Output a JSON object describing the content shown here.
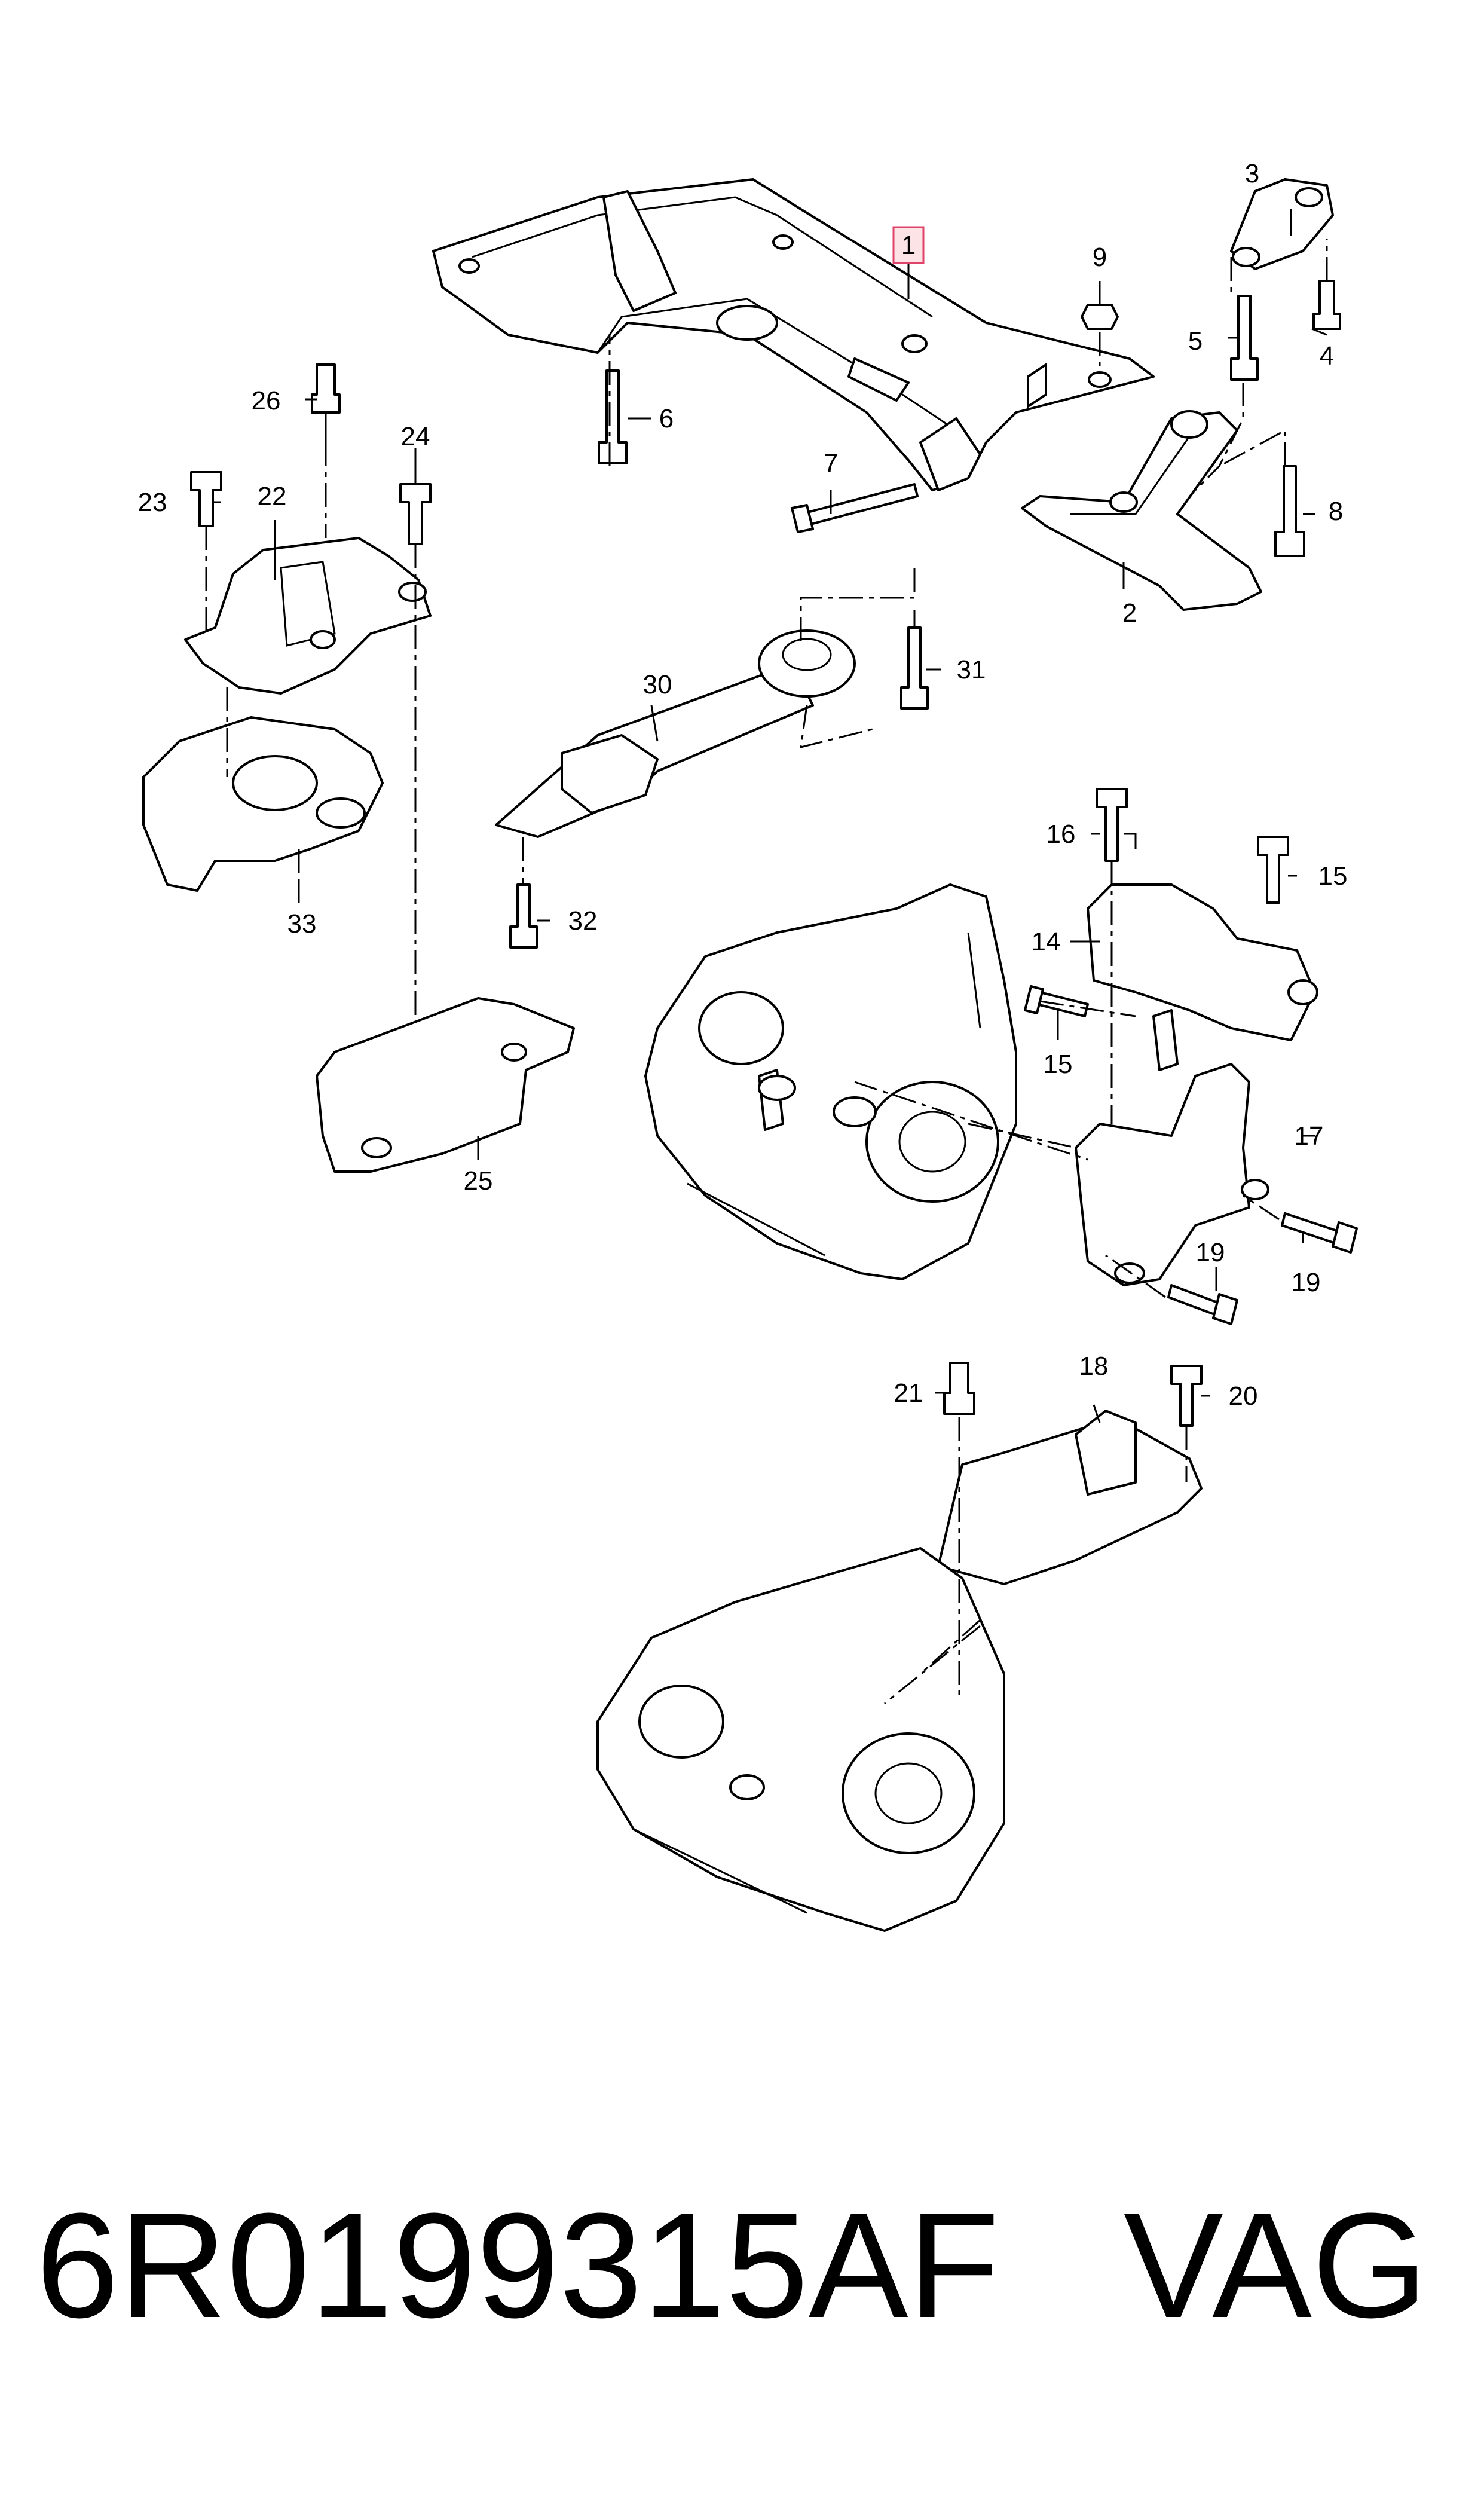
{
  "diagram": {
    "highlighted_callout": "1",
    "callouts": [
      {
        "id": "c1",
        "label": "1"
      },
      {
        "id": "c2",
        "label": "2"
      },
      {
        "id": "c3",
        "label": "3"
      },
      {
        "id": "c4",
        "label": "4"
      },
      {
        "id": "c5",
        "label": "5"
      },
      {
        "id": "c6",
        "label": "6"
      },
      {
        "id": "c7",
        "label": "7"
      },
      {
        "id": "c8",
        "label": "8"
      },
      {
        "id": "c9",
        "label": "9"
      },
      {
        "id": "c14",
        "label": "14"
      },
      {
        "id": "c15a",
        "label": "15"
      },
      {
        "id": "c15b",
        "label": "15"
      },
      {
        "id": "c16",
        "label": "16"
      },
      {
        "id": "c17",
        "label": "17"
      },
      {
        "id": "c18",
        "label": "18"
      },
      {
        "id": "c19a",
        "label": "19"
      },
      {
        "id": "c19b",
        "label": "19"
      },
      {
        "id": "c20",
        "label": "20"
      },
      {
        "id": "c21",
        "label": "21"
      },
      {
        "id": "c22",
        "label": "22"
      },
      {
        "id": "c23",
        "label": "23"
      },
      {
        "id": "c24",
        "label": "24"
      },
      {
        "id": "c25",
        "label": "25"
      },
      {
        "id": "c26",
        "label": "26"
      },
      {
        "id": "c30",
        "label": "30"
      },
      {
        "id": "c31",
        "label": "31"
      },
      {
        "id": "c32",
        "label": "32"
      },
      {
        "id": "c33",
        "label": "33"
      }
    ]
  },
  "footer": {
    "part_number": "6R0199315AF",
    "brand": "VAG"
  },
  "colors": {
    "line": "#000000",
    "background": "#ffffff",
    "highlight_fill": "#fbe3e6",
    "highlight_stroke": "#e0426a"
  }
}
